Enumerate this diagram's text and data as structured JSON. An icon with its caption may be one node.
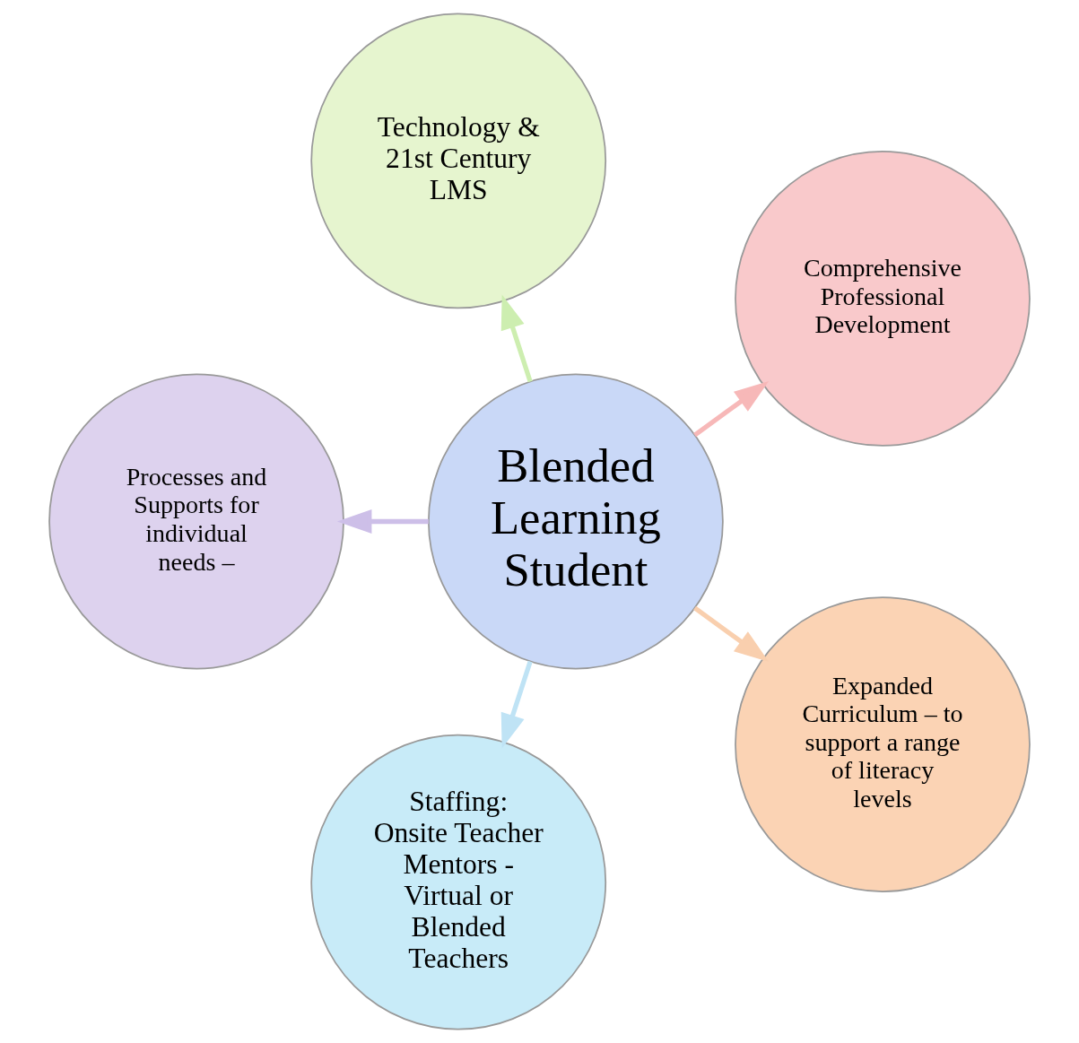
{
  "diagram": {
    "nodes": [
      {
        "text": [
          "Blended Learning Student"
        ]
      },
      {
        "text": [
          "Comprehensive Professional Development"
        ]
      },
      {
        "text": [
          "Technology & 21st Century LMS"
        ]
      },
      {
        "text": [
          "Processes and Supports for individual needs –"
        ]
      },
      {
        "text": [
          "Staffing: Onsite Teacher Mentors - Virtual or Blended Teachers"
        ]
      },
      {
        "text": [
          "Expanded Curriculum – to support a range of literacy levels"
        ]
      }
    ],
    "edges": [
      {
        "from": 0,
        "to": 1,
        "arrow": "to",
        "color": "#f7b8b8"
      },
      {
        "from": 0,
        "to": 2,
        "arrow": "to",
        "color": "#cdeeb0"
      },
      {
        "from": 0,
        "to": 3,
        "arrow": "to",
        "color": "#cdbfe8"
      },
      {
        "from": 0,
        "to": 4,
        "arrow": "to",
        "color": "#bfe3f5"
      },
      {
        "from": 0,
        "to": 5,
        "arrow": "to",
        "color": "#f9cfae"
      }
    ]
  }
}
